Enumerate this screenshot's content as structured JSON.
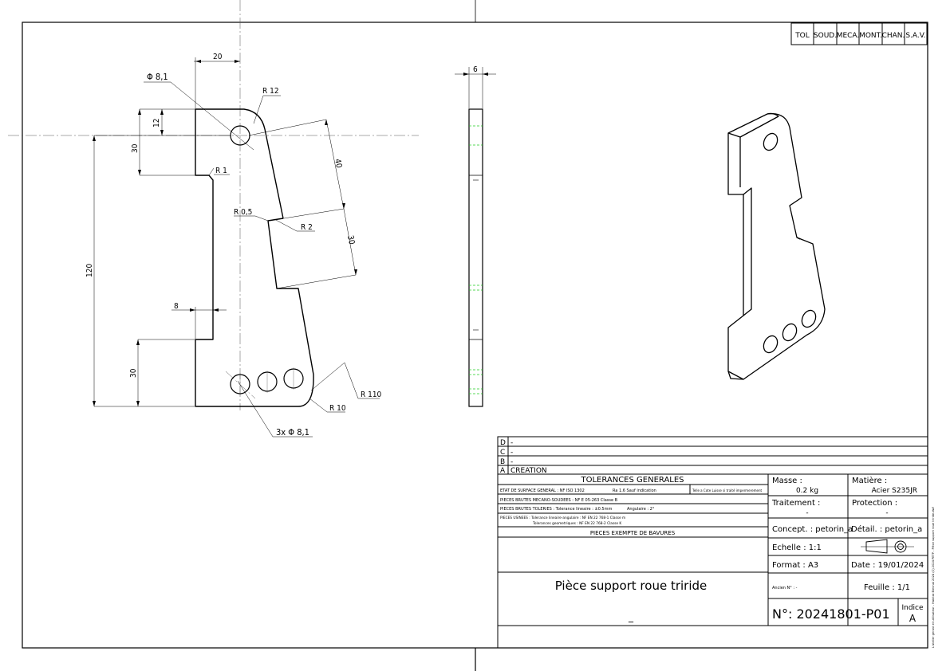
{
  "departments": [
    "TOL",
    "SOUD.",
    "MECA.",
    "MONT.",
    "CHAN.",
    "S.A.V."
  ],
  "dims": {
    "w20": "20",
    "phi": "Φ 8,1",
    "r12": "R 12",
    "d12": "12",
    "d30a": "30",
    "d120": "120",
    "r1": "R 1",
    "d40": "40",
    "r05": "R 0,5",
    "r2": "R 2",
    "d30b": "30",
    "d8": "8",
    "d30c": "30",
    "r110": "R 110",
    "r10": "R 10",
    "holes": "3x Φ 8,1",
    "thickness": "6"
  },
  "revisions": [
    {
      "index": "D",
      "text": "-"
    },
    {
      "index": "C",
      "text": "-"
    },
    {
      "index": "B",
      "text": "-"
    },
    {
      "index": "A",
      "text": "CREATION"
    }
  ],
  "tolerances": {
    "title": "TOLERANCES GENERALES",
    "surface": "ETAT DE SURFACE GENERAL : NF ISO 1302",
    "surface_val": "Ra 1.6 Sauf indication",
    "surface_note": "Telle a Cote Luisse si traité impermerement",
    "meca": "PIECES BRUTES MECANO-SOUDEES : NF E 05-263 Classe B",
    "tole": "PIECES BRUTES TOLERIES : Tolerance lineaire : ±0.5mm",
    "tole_angle": "Angulaire : 2°",
    "usin1": "PIECES USINEES : Tolerance lineaire-angulaire : NF EN 22 768-1 Classe m",
    "usin2": "Tolerances geometriques : NF EN 22 768-2 Classe K",
    "bavures": "PIECES EXEMPTE DE BAVURES"
  },
  "block": {
    "masse_label": "Masse :",
    "masse": "0.2 kg",
    "matiere_label": "Matière :",
    "matiere": "Acier S235JR",
    "traitement_label": "Traitement :",
    "traitement": "-",
    "protection_label": "Protection :",
    "protection": "-",
    "concept": "Concept. : petorin_a",
    "detail": "Détail. : petorin_a",
    "echelle": "Echelle : 1:1",
    "format": "Format : A3",
    "date": "Date : 19/01/2024",
    "ancien": "Ancien N° : -",
    "feuille": "Feuille : 1/1",
    "title": "Pièce support roue triride",
    "subtitle": "_",
    "number": "N°: 20241801-P01",
    "indice_label": "Indice",
    "indice": "A",
    "side_note": "L'atelier gerant et utilisateur - Habitat Biennal 2024 (C) 2024 PETP - Pièce support roue triride.dwf"
  }
}
